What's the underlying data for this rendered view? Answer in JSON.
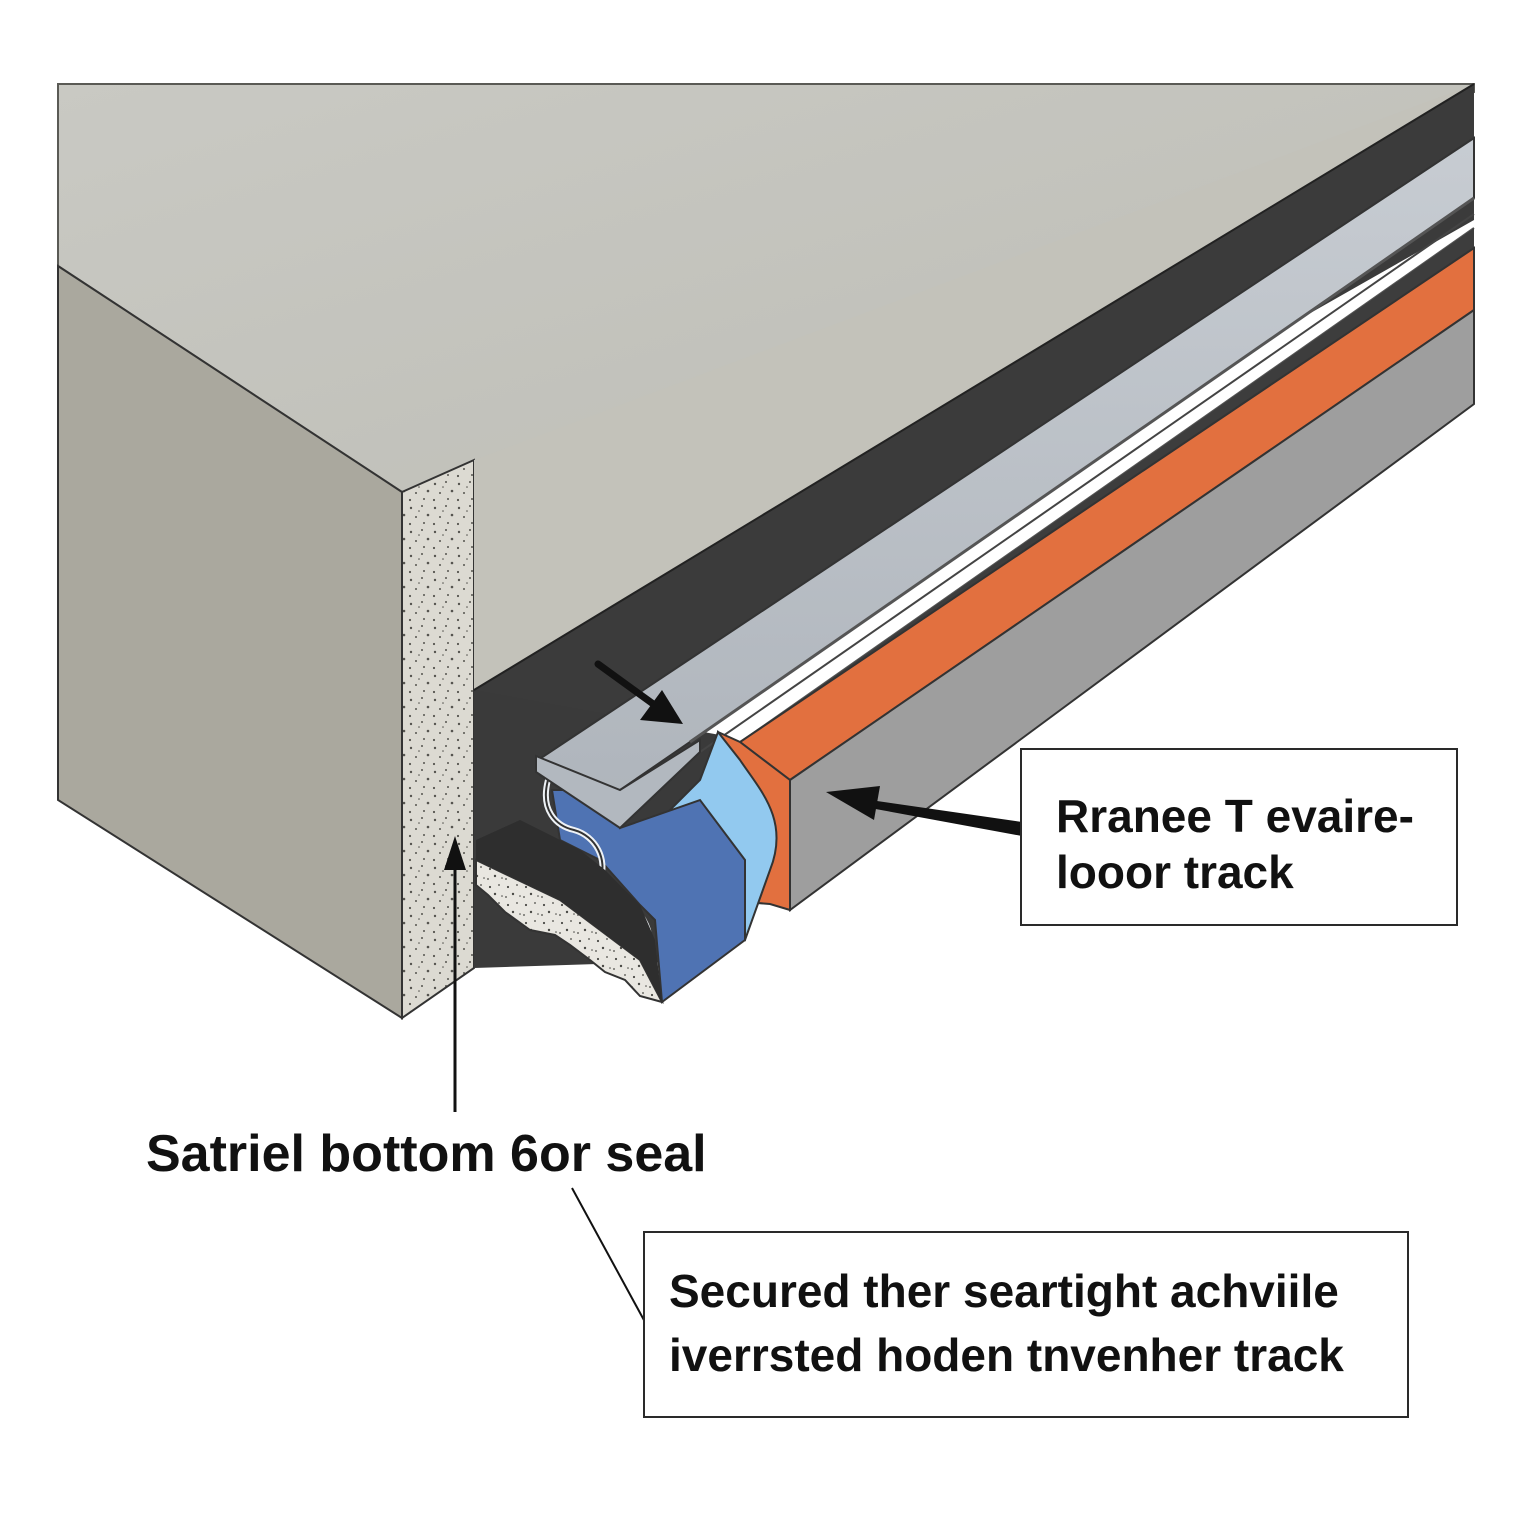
{
  "labels": {
    "track_callout": {
      "line1": "Rranee T evaire-",
      "line2": "looor track"
    },
    "seal_caption": "Satriel bottom 6or seal",
    "secured_callout": {
      "line1": "Secured ther seartight achviile",
      "line2": "iverrsted hoden tnvenher track"
    }
  },
  "colors": {
    "concrete_top": "#c6c6c0",
    "concrete_side": "#a8a69c",
    "dark_channel": "#3b3b3b",
    "metal_strip": "#bcc2c8",
    "orange_seal": "#e2703f",
    "blue_seal": "#4f73b3",
    "light_blue_seal": "#92c9ef",
    "sand_fill": "#e7e5df"
  }
}
